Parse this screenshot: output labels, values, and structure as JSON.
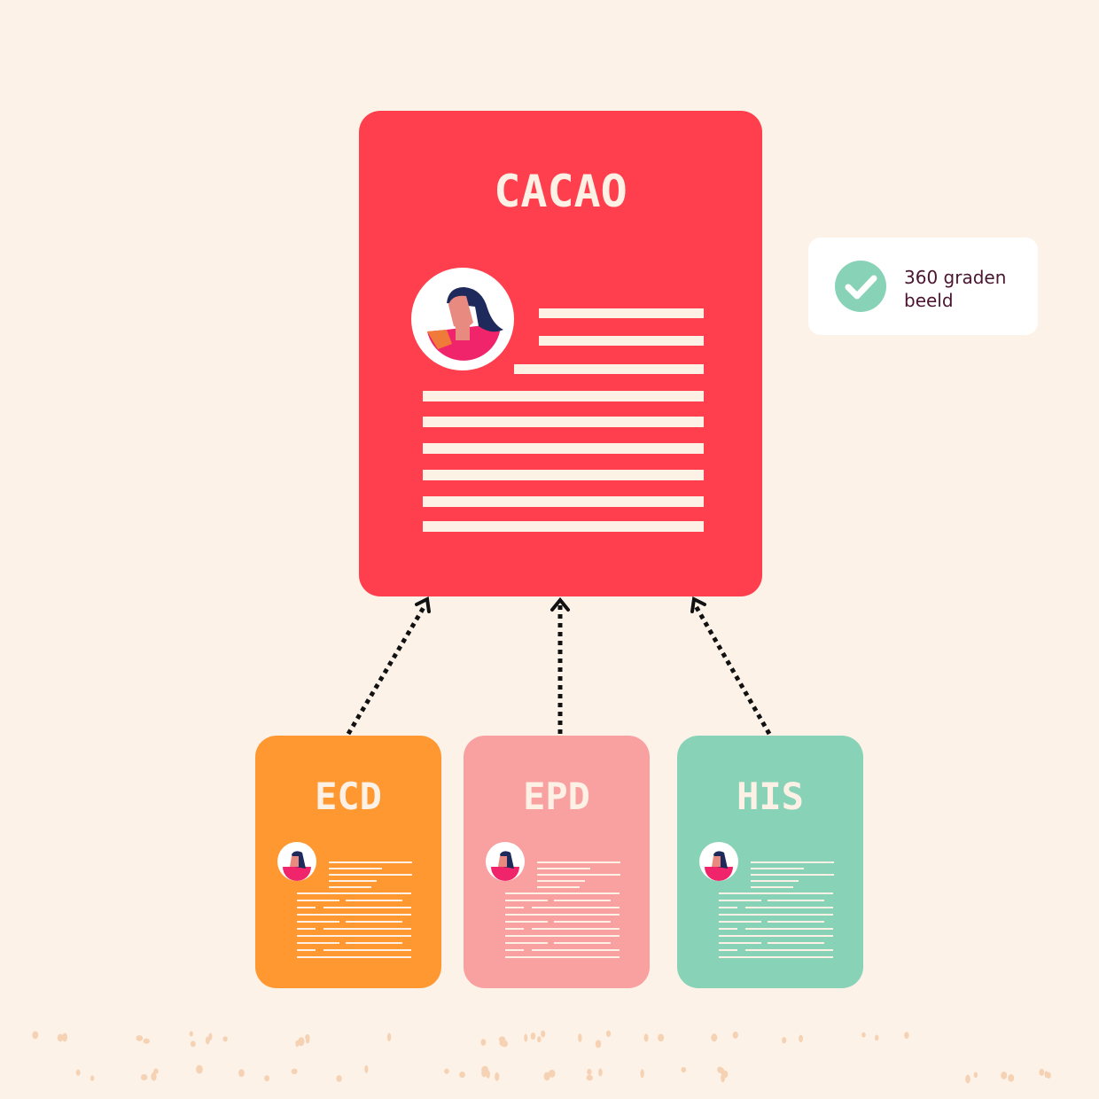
{
  "main_card": {
    "title": "CACAO",
    "color": "#FF3F4D"
  },
  "source_cards": [
    {
      "title": "ECD",
      "color": "#FF9830"
    },
    {
      "title": "EPD",
      "color": "#F9A0A0"
    },
    {
      "title": "HIS",
      "color": "#88D3B8"
    }
  ],
  "badge": {
    "line1": "360 graden",
    "line2": "beeld",
    "icon": "check-circle-icon",
    "icon_color": "#88D3B8"
  },
  "text_color": "#FDF1E6"
}
